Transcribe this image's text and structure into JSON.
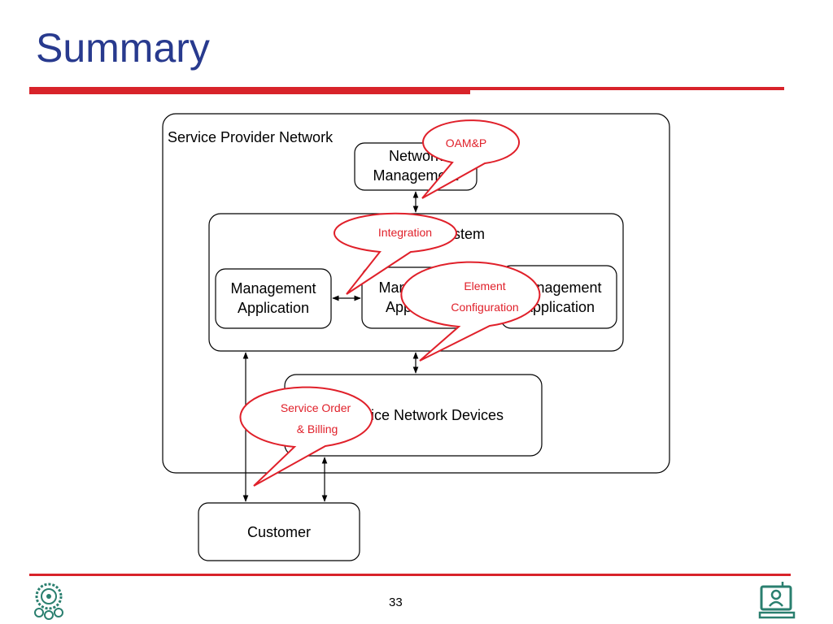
{
  "slide": {
    "title": "Summary",
    "page_number": "33"
  },
  "diagram": {
    "container_label": "Service Provider Network",
    "network_management": [
      "Network",
      "Management"
    ],
    "management_system_label": "Management System",
    "app_left": [
      "Management",
      "Application"
    ],
    "app_middle": [
      "Management",
      "Application"
    ],
    "app_right": [
      "Management",
      "Application"
    ],
    "devices_label": "Service Network Devices",
    "customer_label": "Customer"
  },
  "callouts": {
    "oamp": "OAM&P",
    "integration": "Integration",
    "element_config": [
      "Element",
      "Configuration"
    ],
    "service_order": [
      "Service Order",
      "& Billing"
    ]
  },
  "colors": {
    "title": "#283a8e",
    "accent": "#d8232a",
    "callout": "#e0202a",
    "logo": "#2a7f6f"
  }
}
